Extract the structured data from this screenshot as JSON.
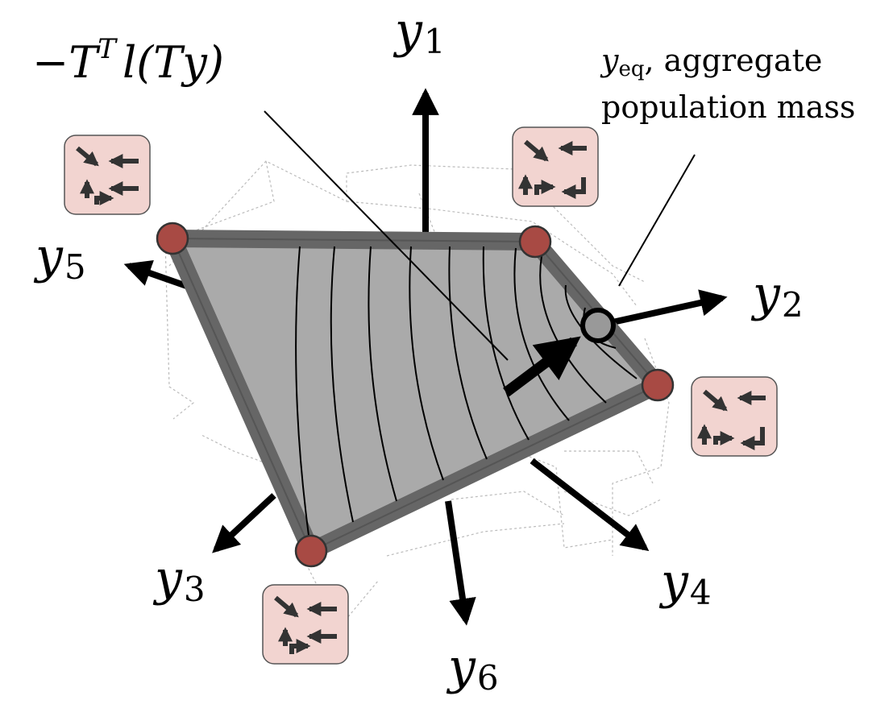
{
  "labels": {
    "y1": {
      "base": "y",
      "sub": "1"
    },
    "y2": {
      "base": "y",
      "sub": "2"
    },
    "y3": {
      "base": "y",
      "sub": "3"
    },
    "y4": {
      "base": "y",
      "sub": "4"
    },
    "y5": {
      "base": "y",
      "sub": "5"
    },
    "y6": {
      "base": "y",
      "sub": "6"
    }
  },
  "gradient_label": {
    "minus": "−",
    "T": "T",
    "sup": "T",
    "rest": "l(Ty)"
  },
  "equilibrium_label": {
    "base": "y",
    "sub": "eq",
    "line1_rest": ", aggregate",
    "line2": "population mass"
  },
  "colors": {
    "polygon_fill": "#aaaaaa",
    "polygon_edge": "#666666",
    "vertex": "#a84a44",
    "icon_bg": "#f2d4d0",
    "equilibrium": "#999999",
    "arrow": "#000000",
    "wireframe": "#bbbbbb"
  },
  "icons": [
    "network-icon",
    "network-icon",
    "network-icon",
    "network-icon"
  ]
}
